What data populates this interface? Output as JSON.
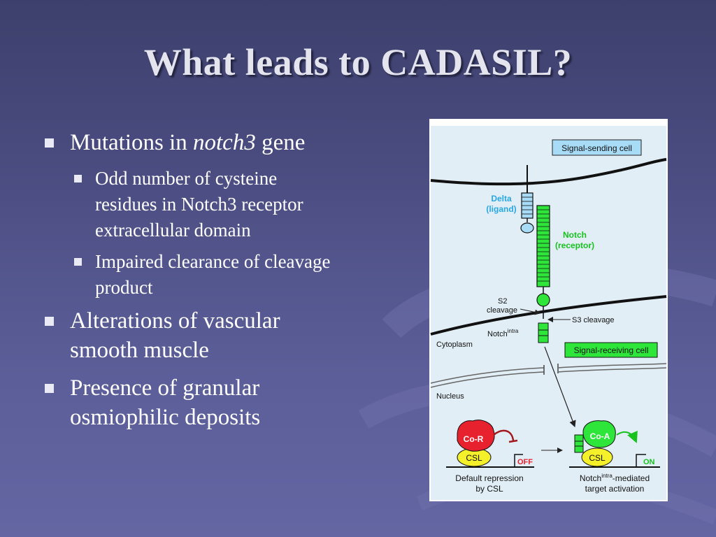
{
  "slide": {
    "title": "What leads to CADASIL?",
    "bullets": [
      {
        "pre": "Mutations in ",
        "italic": "notch3",
        "post": " gene",
        "sub": [
          "Odd number of cysteine residues in Notch3 receptor extracellular domain",
          "Impaired clearance of cleavage product"
        ]
      },
      {
        "text": "Alterations of vascular smooth muscle"
      },
      {
        "text": "Presence of granular osmiophilic deposits"
      }
    ]
  },
  "figure": {
    "signal_sending_cell": "Signal-sending cell",
    "signal_receiving_cell": "Signal-receiving cell",
    "delta_line1": "Delta",
    "delta_line2": "(ligand)",
    "notch_line1": "Notch",
    "notch_line2": "(receptor)",
    "s2_line1": "S2",
    "s2_line2": "cleavage",
    "s3": "S3 cleavage",
    "notch_intra": "Notch",
    "intra_sup": "intra",
    "cytoplasm": "Cytoplasm",
    "nucleus": "Nucleus",
    "co_r": "Co-R",
    "co_a": "Co-A",
    "csl": "CSL",
    "off": "OFF",
    "on": "ON",
    "default_repression_line1": "Default repression",
    "default_repression_line2": "by CSL",
    "mediated_pre": "Notch",
    "mediated_sup": "intra",
    "mediated_post": "-mediated",
    "mediated_line2": "target activation",
    "colors": {
      "panel_bg": "#e2eef5",
      "box_blue": "#a8dcf6",
      "notch_green": "#2ee63a",
      "co_r_red": "#e8212e",
      "csl_yellow": "#f4f02a",
      "label_blue": "#27a7e3",
      "label_green": "#17c21f"
    }
  }
}
